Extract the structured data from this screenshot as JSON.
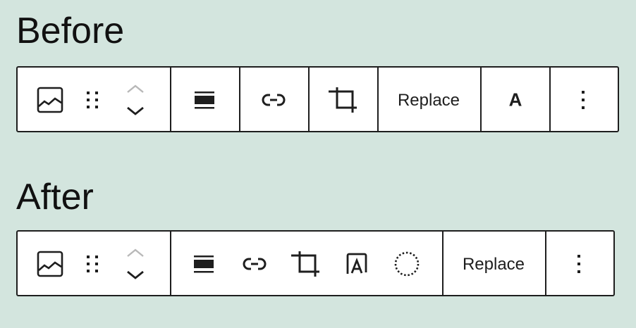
{
  "before": {
    "title": "Before",
    "toolbar": {
      "icons": [
        "image-icon",
        "drag-handle-icon",
        "move-up-icon",
        "move-down-icon",
        "align-icon",
        "link-icon",
        "crop-icon",
        "more-options-icon"
      ],
      "replace_label": "Replace",
      "text_label": "A"
    }
  },
  "after": {
    "title": "After",
    "toolbar": {
      "icons": [
        "image-icon",
        "drag-handle-icon",
        "move-up-icon",
        "move-down-icon",
        "align-icon",
        "link-icon",
        "crop-icon",
        "text-overlay-icon",
        "duotone-circle-icon",
        "more-options-icon"
      ],
      "replace_label": "Replace"
    }
  },
  "colors": {
    "background": "#d3e5de",
    "border": "#1e1e1e",
    "disabled": "#b8b8b8"
  }
}
